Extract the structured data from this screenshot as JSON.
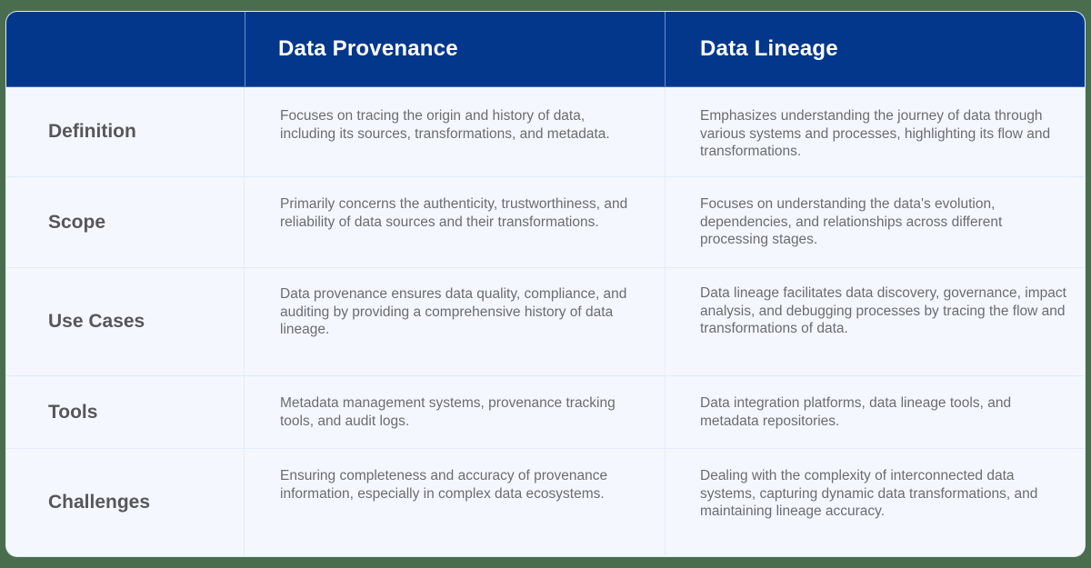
{
  "table": {
    "headers": [
      "",
      "Data Provenance",
      "Data Lineage"
    ],
    "rows": [
      {
        "label": "Definition",
        "provenance": "Focuses on tracing the origin and history of data, including its sources, transformations, and metadata.",
        "lineage": "Emphasizes understanding the journey of data through various systems and processes, highlighting its flow and transformations."
      },
      {
        "label": "Scope",
        "provenance": "Primarily concerns the authenticity, trustworthiness, and reliability of data sources and their transformations.",
        "lineage": "Focuses on understanding the data's evolution, dependencies, and relationships across different processing stages."
      },
      {
        "label": "Use Cases",
        "provenance": "Data provenance ensures data quality, compliance, and auditing by providing a comprehensive history of data lineage.",
        "lineage": "Data lineage facilitates data discovery, governance, impact analysis, and debugging processes by tracing the flow and transformations of data."
      },
      {
        "label": "Tools",
        "provenance": "Metadata management systems, provenance tracking tools, and audit logs.",
        "lineage": "Data integration platforms, data lineage tools, and metadata repositories."
      },
      {
        "label": "Challenges",
        "provenance": "Ensuring completeness and accuracy of provenance information, especially in complex data ecosystems.",
        "lineage": "Dealing with the complexity of interconnected data systems, capturing dynamic data transformations, and maintaining lineage accuracy."
      }
    ]
  },
  "colors": {
    "header_bg": "#02378b",
    "header_text": "#ffffff",
    "table_bg": "#f4f8fe",
    "label_text": "#55575a",
    "body_text": "#6a6c70",
    "page_bg": "#4a6e4d"
  }
}
